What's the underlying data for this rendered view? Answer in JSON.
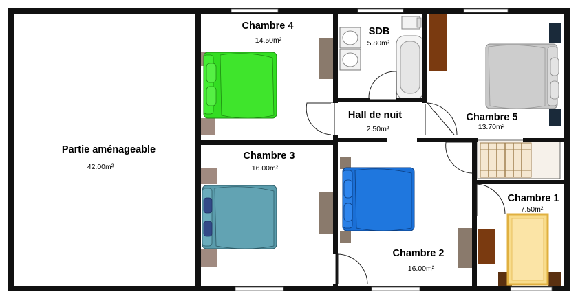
{
  "rooms": {
    "attic": {
      "name": "Partie aménageable",
      "area": "42.00m²"
    },
    "bedroom4": {
      "name": "Chambre 4",
      "area": "14.50m²"
    },
    "bathroom": {
      "name": "SDB",
      "area": "5.80m²"
    },
    "bedroom5": {
      "name": "Chambre 5",
      "area": "13.70m²"
    },
    "hall": {
      "name": "Hall de nuit",
      "area": "2.50m²"
    },
    "bedroom3": {
      "name": "Chambre 3",
      "area": "16.00m²"
    },
    "bedroom2": {
      "name": "Chambre 2",
      "area": "16.00m²"
    },
    "bedroom1": {
      "name": "Chambre 1",
      "area": "7.50m²"
    }
  },
  "colors": {
    "wall": "#111111",
    "bed_green": "#33dd22",
    "bed_teal": "#5a9cac",
    "bed_blue": "#1a6fd6",
    "bed_grey": "#c8c8c8",
    "bed_crib": "#f8dc8c",
    "wardrobe": "#8a7a6c",
    "wood": "#7a3a10"
  }
}
